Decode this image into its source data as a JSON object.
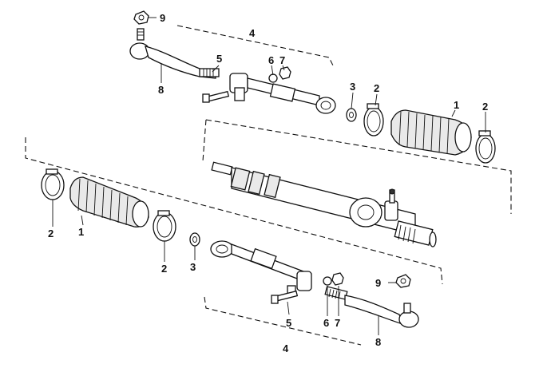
{
  "diagram": {
    "callouts": [
      {
        "id": "c9a",
        "text": "9"
      },
      {
        "id": "c4a",
        "text": "4"
      },
      {
        "id": "c5a",
        "text": "5"
      },
      {
        "id": "c6a",
        "text": "6"
      },
      {
        "id": "c7a",
        "text": "7"
      },
      {
        "id": "c8a",
        "text": "8"
      },
      {
        "id": "c3a",
        "text": "3"
      },
      {
        "id": "c2a",
        "text": "2"
      },
      {
        "id": "c1a",
        "text": "1"
      },
      {
        "id": "c2b",
        "text": "2"
      },
      {
        "id": "c2c",
        "text": "2"
      },
      {
        "id": "c1b",
        "text": "1"
      },
      {
        "id": "c2d",
        "text": "2"
      },
      {
        "id": "c3b",
        "text": "3"
      },
      {
        "id": "c9b",
        "text": "9"
      },
      {
        "id": "c5b",
        "text": "5"
      },
      {
        "id": "c6b",
        "text": "6"
      },
      {
        "id": "c7b",
        "text": "7"
      },
      {
        "id": "c8b",
        "text": "8"
      },
      {
        "id": "c4b",
        "text": "4"
      }
    ]
  }
}
